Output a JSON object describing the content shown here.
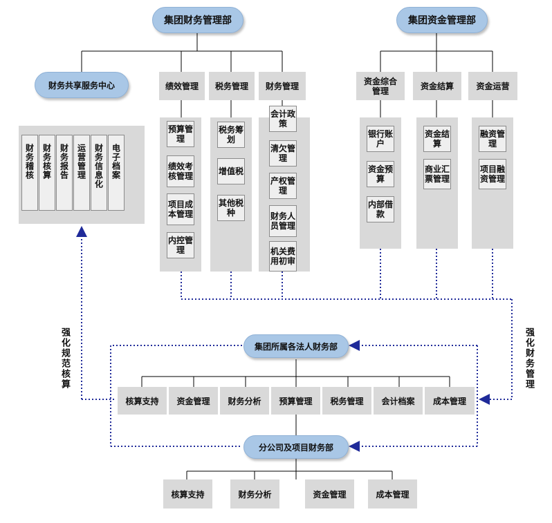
{
  "top": {
    "finance_dept": "集团财务管理部",
    "treasury_dept": "集团资金管理部"
  },
  "shared_service": {
    "title": "财务共享服务中心",
    "items": [
      "财务稽核",
      "财务核算",
      "财务报告",
      "运营管理",
      "财务信息化",
      "电子档案"
    ]
  },
  "finance_columns": [
    {
      "title": "绩效管理",
      "items": [
        "预算管理",
        "绩效考核管理",
        "项目成本管理",
        "内控管理"
      ]
    },
    {
      "title": "税务管理",
      "items": [
        "税务筹划",
        "增值税",
        "其他税种"
      ]
    },
    {
      "title": "财务管理",
      "items": [
        "会计政策",
        "清欠管理",
        "产权管理",
        "财务人员管理",
        "机关费用初审"
      ]
    }
  ],
  "treasury_columns": [
    {
      "title": "资金综合管理",
      "items": [
        "银行账户",
        "资金预算",
        "内部借款"
      ]
    },
    {
      "title": "资金结算",
      "items": [
        "资金结算",
        "商业汇票管理"
      ]
    },
    {
      "title": "资金运营",
      "items": [
        "融资管理",
        "项目融资管理"
      ]
    }
  ],
  "legal_entity": {
    "title": "集团所属各法人财务部",
    "items": [
      "核算支持",
      "资金管理",
      "财务分析",
      "预算管理",
      "税务管理",
      "会计档案",
      "成本管理"
    ]
  },
  "branch": {
    "title": "分公司及项目财务部",
    "items": [
      "核算支持",
      "财务分析",
      "资金管理",
      "成本管理"
    ]
  },
  "side_labels": {
    "left": "强化规范核算",
    "right": "强化财务管理"
  },
  "colors": {
    "oval_fill": "#a9c7e6",
    "panel_fill": "#d9d9d9",
    "dotted_arrow": "#1f2a99",
    "solid_line": "#000000"
  }
}
